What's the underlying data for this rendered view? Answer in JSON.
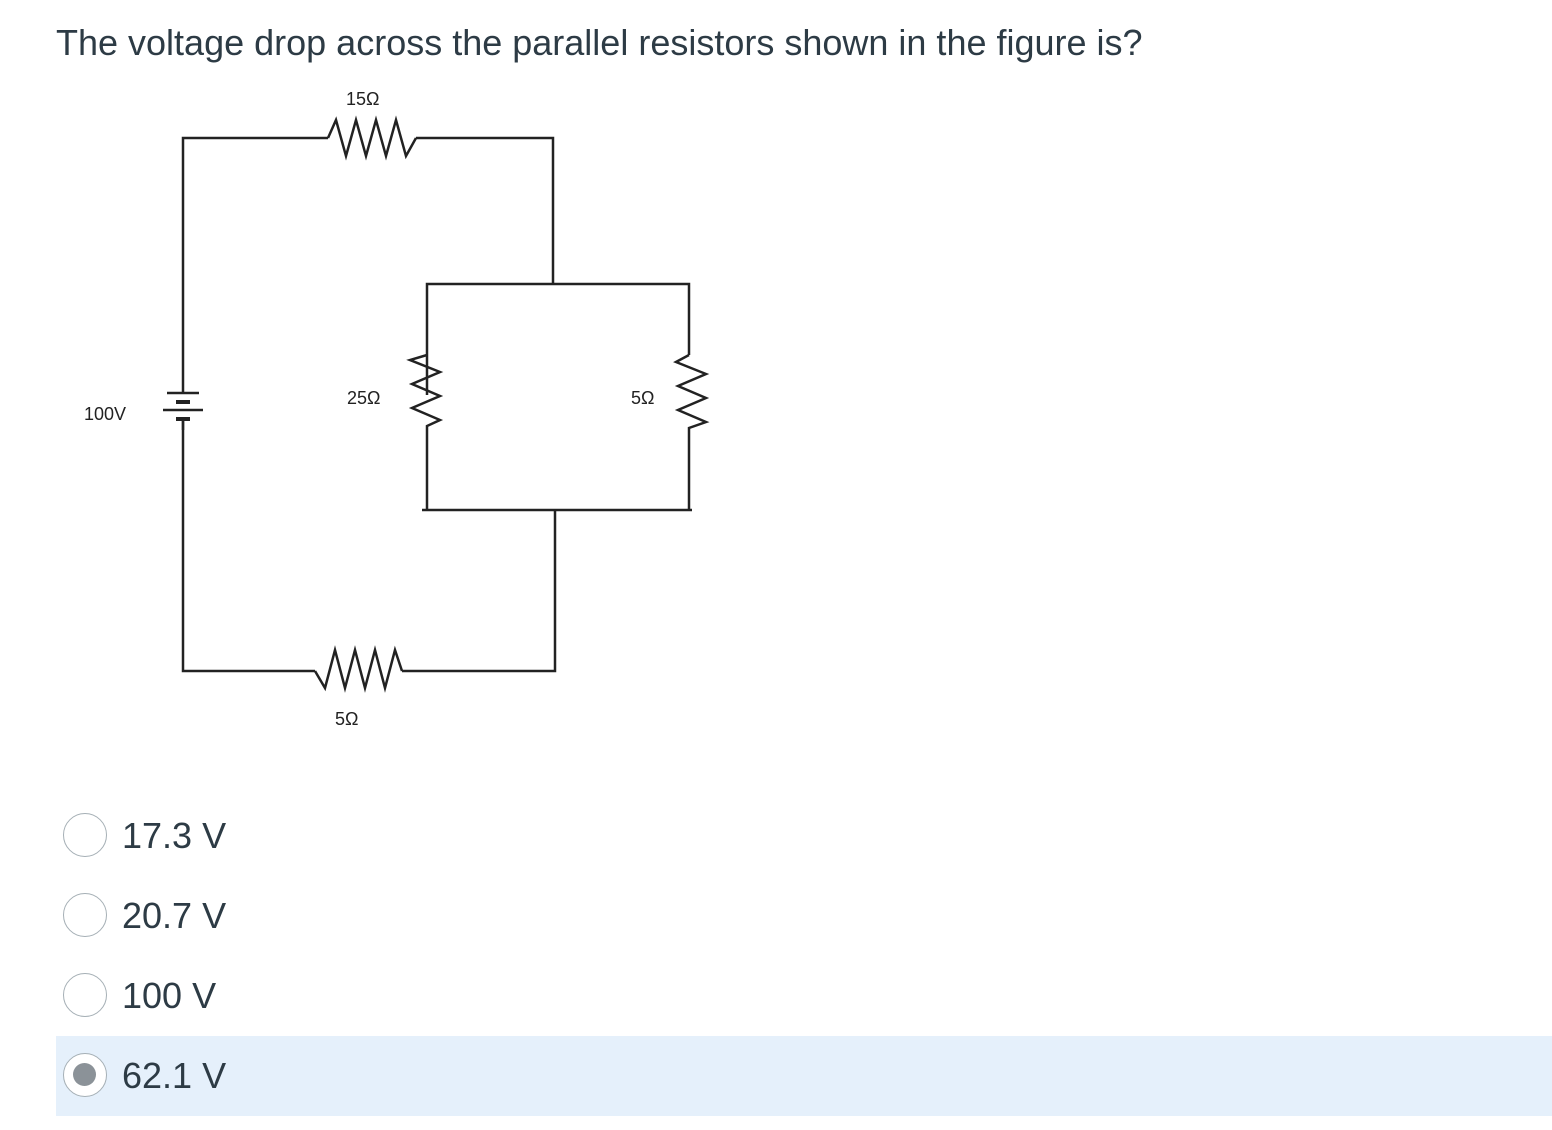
{
  "question": {
    "text": "The voltage drop across the parallel resistors shown in the figure is?"
  },
  "circuit": {
    "source_label": "100V",
    "r_top_label": "15Ω",
    "r_parallel_left_label": "25Ω",
    "r_parallel_right_label": "5Ω",
    "r_bottom_label": "5Ω"
  },
  "answers": [
    {
      "label": "17.3 V",
      "selected": false
    },
    {
      "label": "20.7 V",
      "selected": false
    },
    {
      "label": "100 V",
      "selected": false
    },
    {
      "label": "62.1 V",
      "selected": true
    }
  ]
}
